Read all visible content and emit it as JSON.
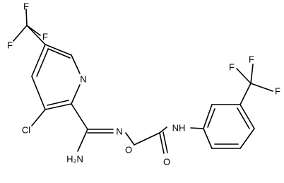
{
  "molecule": {
    "atom_labels": {
      "f_top": "F",
      "f_left": "F",
      "f_mid": "F",
      "n_ring": "N",
      "cl": "Cl",
      "nh2": "H₂N",
      "n_oxime": "N",
      "o_link": "O",
      "o_carbonyl": "O",
      "nh": "NH",
      "f_r1": "F",
      "f_r2": "F",
      "f_r3": "F"
    }
  }
}
